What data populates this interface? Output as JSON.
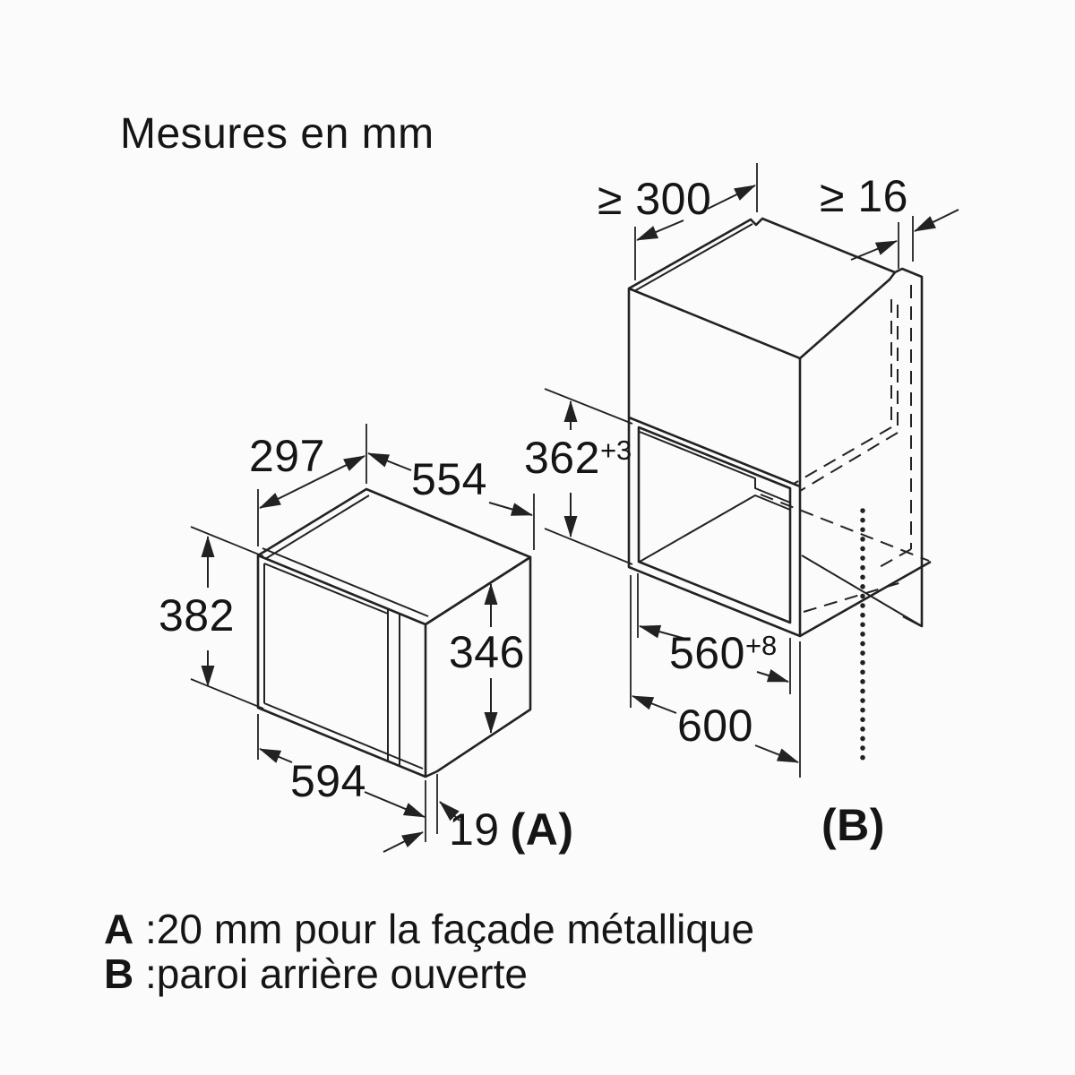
{
  "title": "Mesures en mm",
  "microwave": {
    "depth": "297",
    "top_width": "554",
    "height": "382",
    "side_height": "346",
    "bottom_width": "594",
    "door_gap": "19",
    "door_ref": "(A)"
  },
  "cabinet": {
    "top_clearance": "≥ 300",
    "wall_thickness": "≥ 16",
    "niche_height": "362",
    "niche_height_tol": "+3",
    "niche_width": "560",
    "niche_width_tol": "+8",
    "outer_width": "600",
    "back_ref": "(B)"
  },
  "legend": {
    "a_key": "A",
    "a_text": ":20 mm pour la façade métallique",
    "b_key": "B",
    "b_text": ":paroi arrière ouverte"
  },
  "colors": {
    "line": "#222222",
    "background": "#fbfbfb",
    "text": "#151515"
  }
}
